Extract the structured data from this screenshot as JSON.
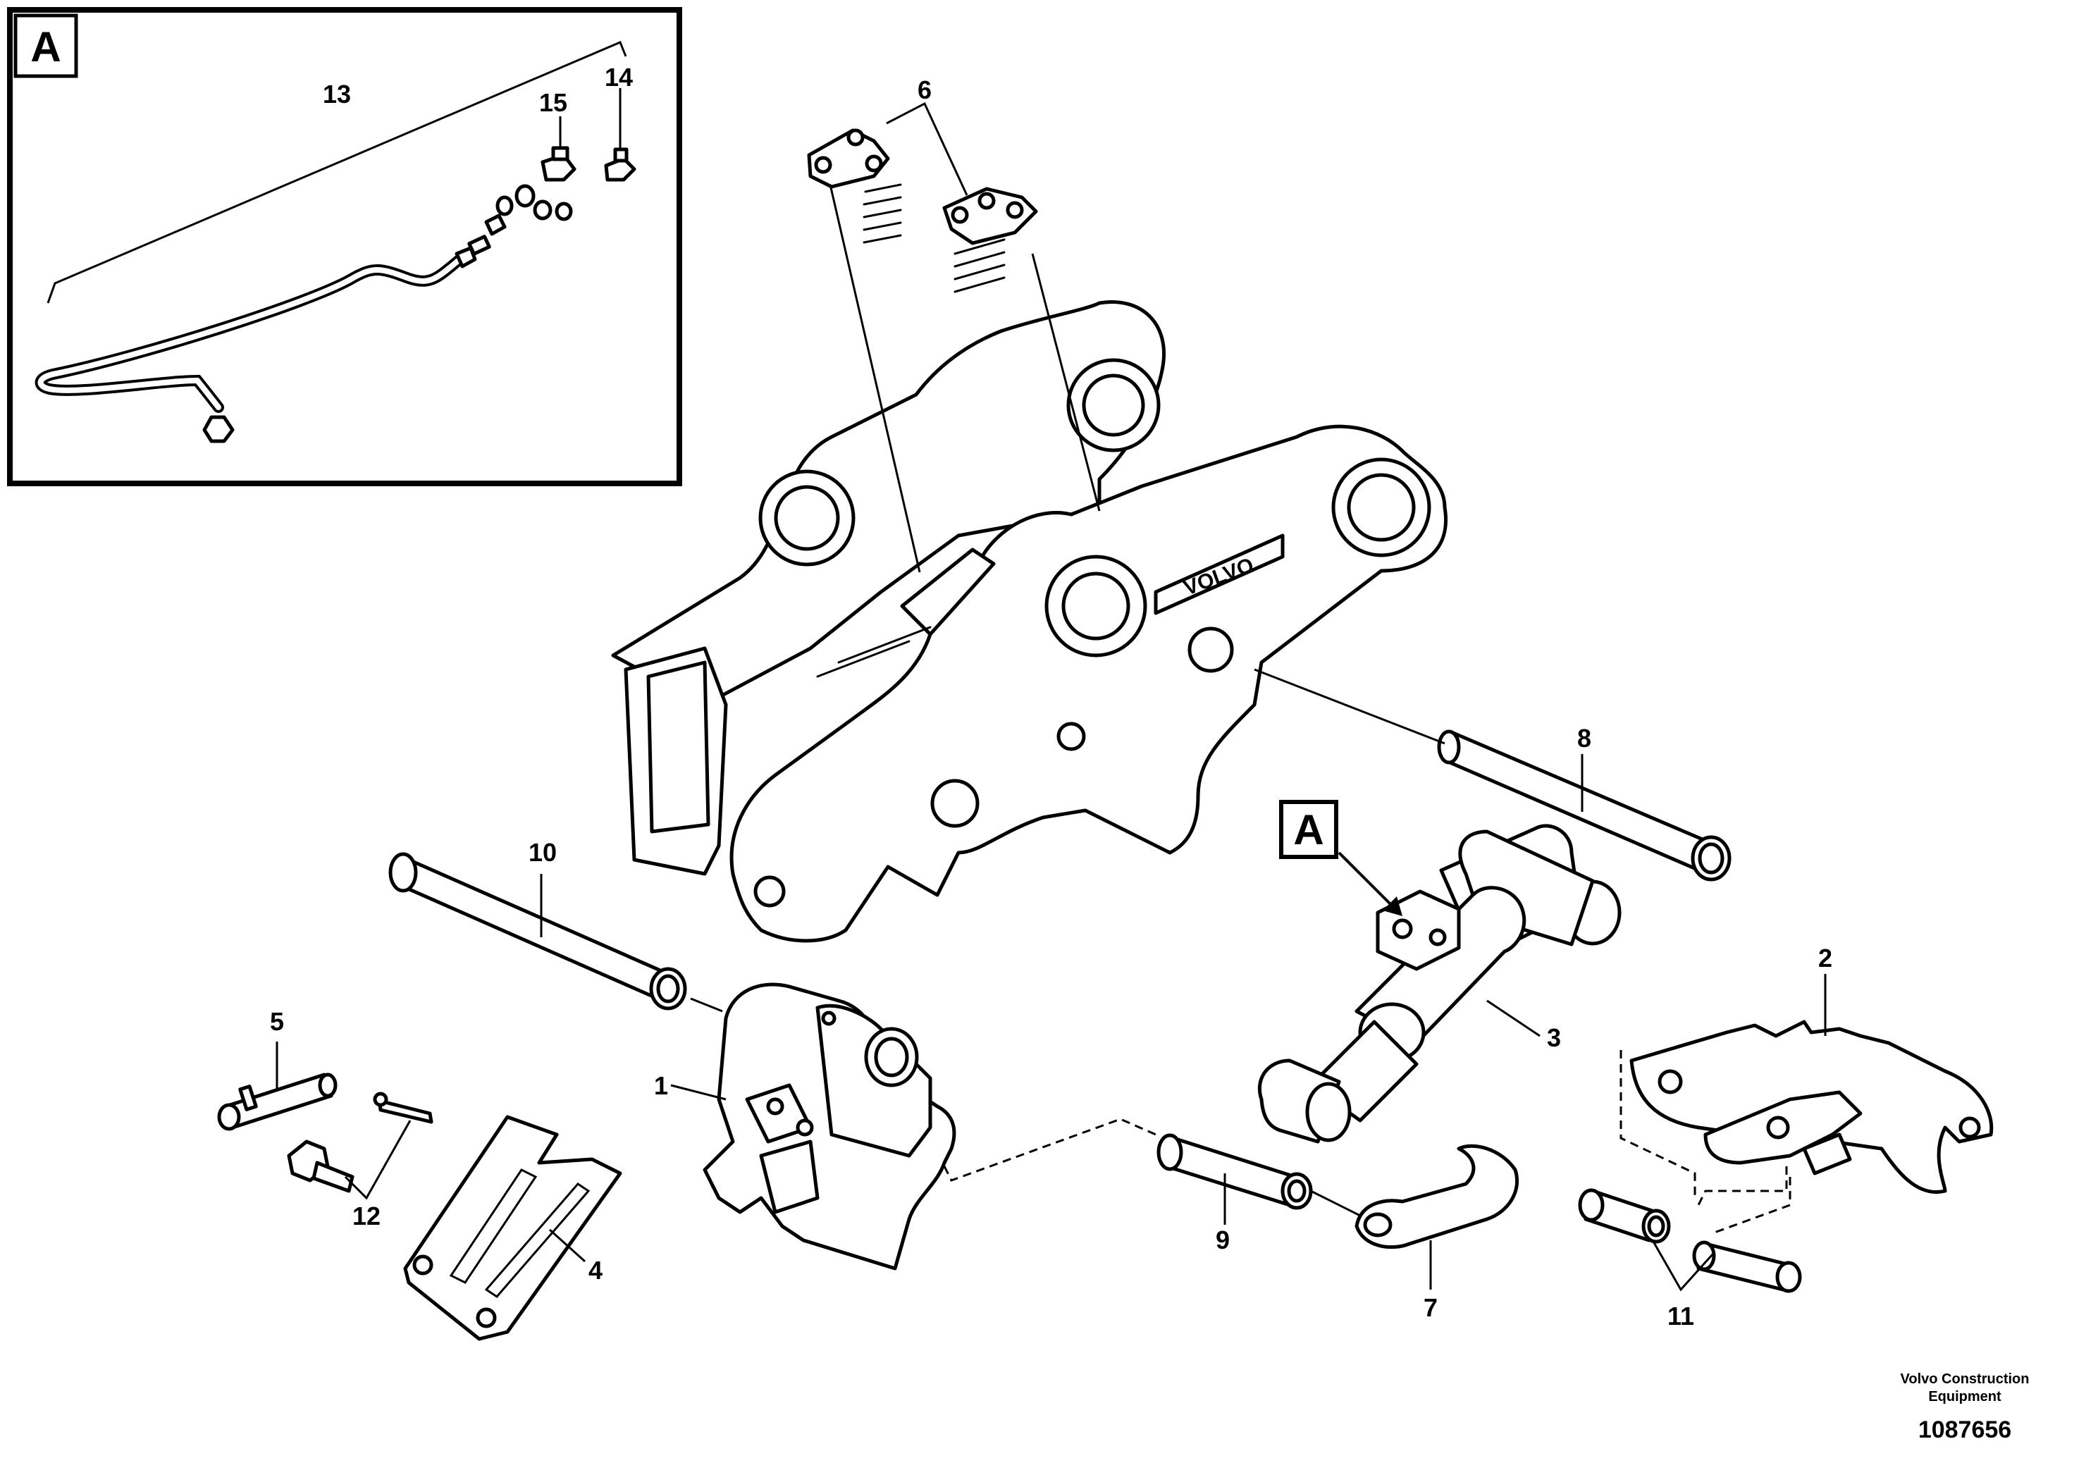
{
  "inset": {
    "label": "A"
  },
  "callout": {
    "label": "A"
  },
  "parts": [
    {
      "id": "1",
      "label": "1"
    },
    {
      "id": "2",
      "label": "2"
    },
    {
      "id": "3",
      "label": "3"
    },
    {
      "id": "4",
      "label": "4"
    },
    {
      "id": "5",
      "label": "5"
    },
    {
      "id": "6",
      "label": "6"
    },
    {
      "id": "7",
      "label": "7"
    },
    {
      "id": "8",
      "label": "8"
    },
    {
      "id": "9",
      "label": "9"
    },
    {
      "id": "10",
      "label": "10"
    },
    {
      "id": "11",
      "label": "11"
    },
    {
      "id": "12",
      "label": "12"
    },
    {
      "id": "13",
      "label": "13"
    },
    {
      "id": "14",
      "label": "14"
    },
    {
      "id": "15",
      "label": "15"
    }
  ],
  "brand_mark": "VOLVO",
  "footer": {
    "company_line1": "Volvo Construction",
    "company_line2": "Equipment",
    "document_number": "1087656"
  }
}
